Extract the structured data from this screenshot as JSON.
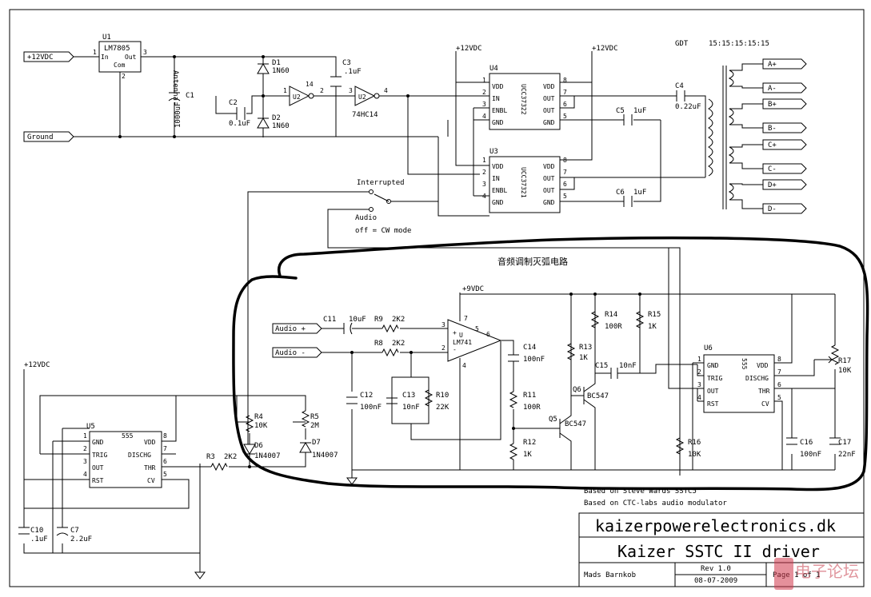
{
  "title_block": {
    "website": "kaizerpowerelectronics.dk",
    "title": "Kaizer SSTC II driver",
    "author": "Mads Barnkob",
    "rev": "Rev 1.0",
    "date": "08-07-2009",
    "page": "Page 1 of 1"
  },
  "notes": {
    "based1": "Based on Steve Wards SSTC5",
    "based2": "Based on CTC-labs audio modulator",
    "audio_section": "音频调制灭弧电路",
    "gdt": "GDT",
    "gdt_turns": "15:15:15:15:15",
    "interrupted": "Interrupted",
    "audio": "Audio",
    "cw_mode": "off = CW mode",
    "watermark": "电子论坛"
  },
  "ports": {
    "p12v": "+12VDC",
    "ground": "Ground",
    "audio_plus": "Audio +",
    "audio_minus": "Audio -",
    "gdt_outputs": [
      "A+",
      "A-",
      "B+",
      "B-",
      "C+",
      "C-",
      "D+",
      "D-"
    ]
  },
  "supplies": {
    "u4": "+12VDC",
    "u3": "+12VDC",
    "opamp": "+9VDC",
    "u5": "+12VDC"
  },
  "components": {
    "u1": {
      "ref": "U1",
      "part": "LM7805",
      "in": "In",
      "out": "Out",
      "com": "Com",
      "p1": "1",
      "p2": "2",
      "p3": "3"
    },
    "c1": {
      "ref": "C1",
      "value": "1000uF"
    },
    "c2": {
      "ref": "C2",
      "value": "0.1uF"
    },
    "c3": {
      "ref": "C3",
      "value": ".1uF"
    },
    "c4": {
      "ref": "C4",
      "value": "0.22uF"
    },
    "c5": {
      "ref": "C5",
      "value": "1uF"
    },
    "c6": {
      "ref": "C6",
      "value": "1uF"
    },
    "d1": {
      "ref": "D1",
      "value": "1N60"
    },
    "d2": {
      "ref": "D2",
      "value": "1N60"
    },
    "antenna": "Antenna",
    "u2a": {
      "ref": "U2",
      "p1": "1",
      "p2": "2",
      "p14": "14"
    },
    "u2b": {
      "ref": "U2",
      "part": "74HC14",
      "p3": "3",
      "p4": "4"
    },
    "u4": {
      "ref": "U4",
      "part": "UCC37322",
      "pins": [
        "VDD",
        "IN",
        "ENBL",
        "GND"
      ],
      "pins_r": [
        "VDD",
        "OUT",
        "OUT",
        "GND"
      ],
      "n_l": [
        "1",
        "2",
        "3",
        "4"
      ],
      "n_r": [
        "8",
        "7",
        "6",
        "5"
      ]
    },
    "u3": {
      "ref": "U3",
      "part": "UCC37321",
      "pins": [
        "VDD",
        "IN",
        "ENBL",
        "GND"
      ],
      "pins_r": [
        "VDD",
        "OUT",
        "OUT",
        "GND"
      ],
      "n_l": [
        "1",
        "2",
        "3",
        "4"
      ],
      "n_r": [
        "8",
        "7",
        "6",
        "5"
      ]
    },
    "c11": {
      "ref": "C11",
      "value": "10uF"
    },
    "r9": {
      "ref": "R9",
      "value": "2K2"
    },
    "r8": {
      "ref": "R8",
      "value": "2K2"
    },
    "lm741": {
      "part": "LM741",
      "u": "U",
      "p2": "2",
      "p3": "3",
      "p4": "4",
      "p5": "5",
      "p6": "6",
      "p7": "7",
      "plus": "+",
      "minus": "-"
    },
    "c12": {
      "ref": "C12",
      "value": "100nF"
    },
    "c13": {
      "ref": "C13",
      "value": "10nF"
    },
    "r10": {
      "ref": "R10",
      "value": "22K"
    },
    "c14": {
      "ref": "C14",
      "value": "100nF"
    },
    "r11": {
      "ref": "R11",
      "value": "100R"
    },
    "r12": {
      "ref": "R12",
      "value": "1K"
    },
    "r13": {
      "ref": "R13",
      "value": "1K"
    },
    "r14": {
      "ref": "R14",
      "value": "100R"
    },
    "r15": {
      "ref": "R15",
      "value": "1K"
    },
    "c15": {
      "ref": "C15",
      "value": "10nF"
    },
    "q5": {
      "ref": "Q5",
      "part": "BC547"
    },
    "q6": {
      "ref": "Q6",
      "part": "BC547"
    },
    "u6": {
      "ref": "U6",
      "part": "555",
      "pins": [
        "GND",
        "TRIG",
        "OUT",
        "RST"
      ],
      "pins_r": [
        "VDD",
        "DISCHG",
        "THR",
        "CV"
      ],
      "n_l": [
        "1",
        "2",
        "3",
        "4"
      ],
      "n_r": [
        "8",
        "7",
        "6",
        "5"
      ]
    },
    "r16": {
      "ref": "R16",
      "value": "10K"
    },
    "r17": {
      "ref": "R17",
      "value": "10K"
    },
    "c16": {
      "ref": "C16",
      "value": "100nF"
    },
    "c17": {
      "ref": "C17",
      "value": "22nF"
    },
    "u5": {
      "ref": "U5",
      "part": "555",
      "pins": [
        "GND",
        "TRIG",
        "OUT",
        "RST"
      ],
      "pins_r": [
        "VDD",
        "DISCHG",
        "THR",
        "CV"
      ],
      "n_l": [
        "1",
        "2",
        "3",
        "4"
      ],
      "n_r": [
        "8",
        "7",
        "6",
        "5"
      ]
    },
    "r4": {
      "ref": "R4",
      "value": "10K"
    },
    "r5": {
      "ref": "R5",
      "value": "2M"
    },
    "d6": {
      "ref": "D6",
      "value": "1N4007"
    },
    "d7": {
      "ref": "D7",
      "value": "1N4007"
    },
    "r3": {
      "ref": "R3",
      "value": "2K2"
    },
    "c10": {
      "ref": "C10",
      "value": ".1uF"
    },
    "c7": {
      "ref": "C7",
      "value": "2.2uF"
    }
  }
}
